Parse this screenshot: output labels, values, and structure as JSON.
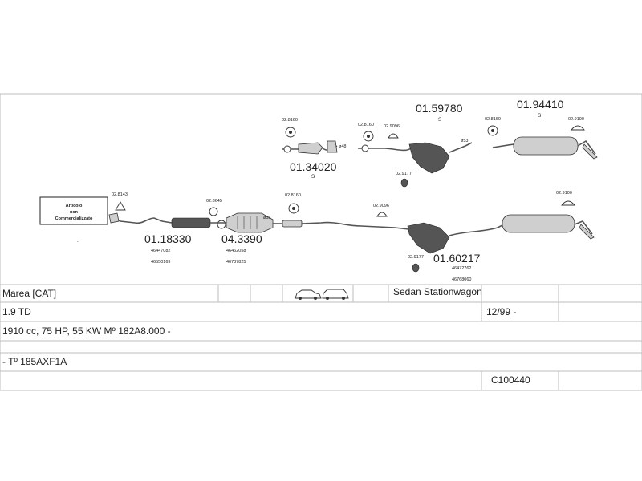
{
  "parts": {
    "p01_59780": "01.59780",
    "p01_59780_s": "S",
    "p01_94410": "01.94410",
    "p01_94410_s": "S",
    "p01_34020": "01.34020",
    "p01_34020_s": "S",
    "p01_18330": "01.18330",
    "p04_3390": "04.3390",
    "p01_60217": "01.60217"
  },
  "refs": {
    "r01_18330_a": "46447082",
    "r01_18330_b": "46550169",
    "r04_3390_a": "46462058",
    "r04_3390_b": "46737825",
    "r01_60217_a": "46472762",
    "r01_60217_b": "46768060"
  },
  "small_codes": {
    "c02_8160_a": "02.8160",
    "c02_8160_b": "02.8160",
    "c02_8160_c": "02.8160",
    "c02_8160_d": "02.8160",
    "c02_9096_a": "02.9096",
    "c02_9096_b": "02.9096",
    "c02_9177_a": "02.9177",
    "c02_9177_b": "02.9177",
    "c02_9100_a": "02.9100",
    "c02_9100_b": "02.9100",
    "c02_8143": "02.8143",
    "c02_8645": "02.8645"
  },
  "dims": {
    "d48": "ø48",
    "d53": "ø53",
    "d53b": "ø53"
  },
  "note_box": {
    "line1": "Articolo",
    "line2": "non",
    "line3": "Commercializzato"
  },
  "table": {
    "model": "Marea  [CAT]",
    "body_types": "Sedan Stationwagon",
    "engine": "1.9 TD",
    "date": "12/99 -",
    "spec": "1910 cc, 75 HP, 55 KW  Mº 182A8.000 -",
    "type_code": "- Tº 185AXF1A",
    "catalog": "C100440"
  },
  "icons": {
    "sedan": "sedan-car-icon",
    "wagon": "stationwagon-car-icon"
  }
}
